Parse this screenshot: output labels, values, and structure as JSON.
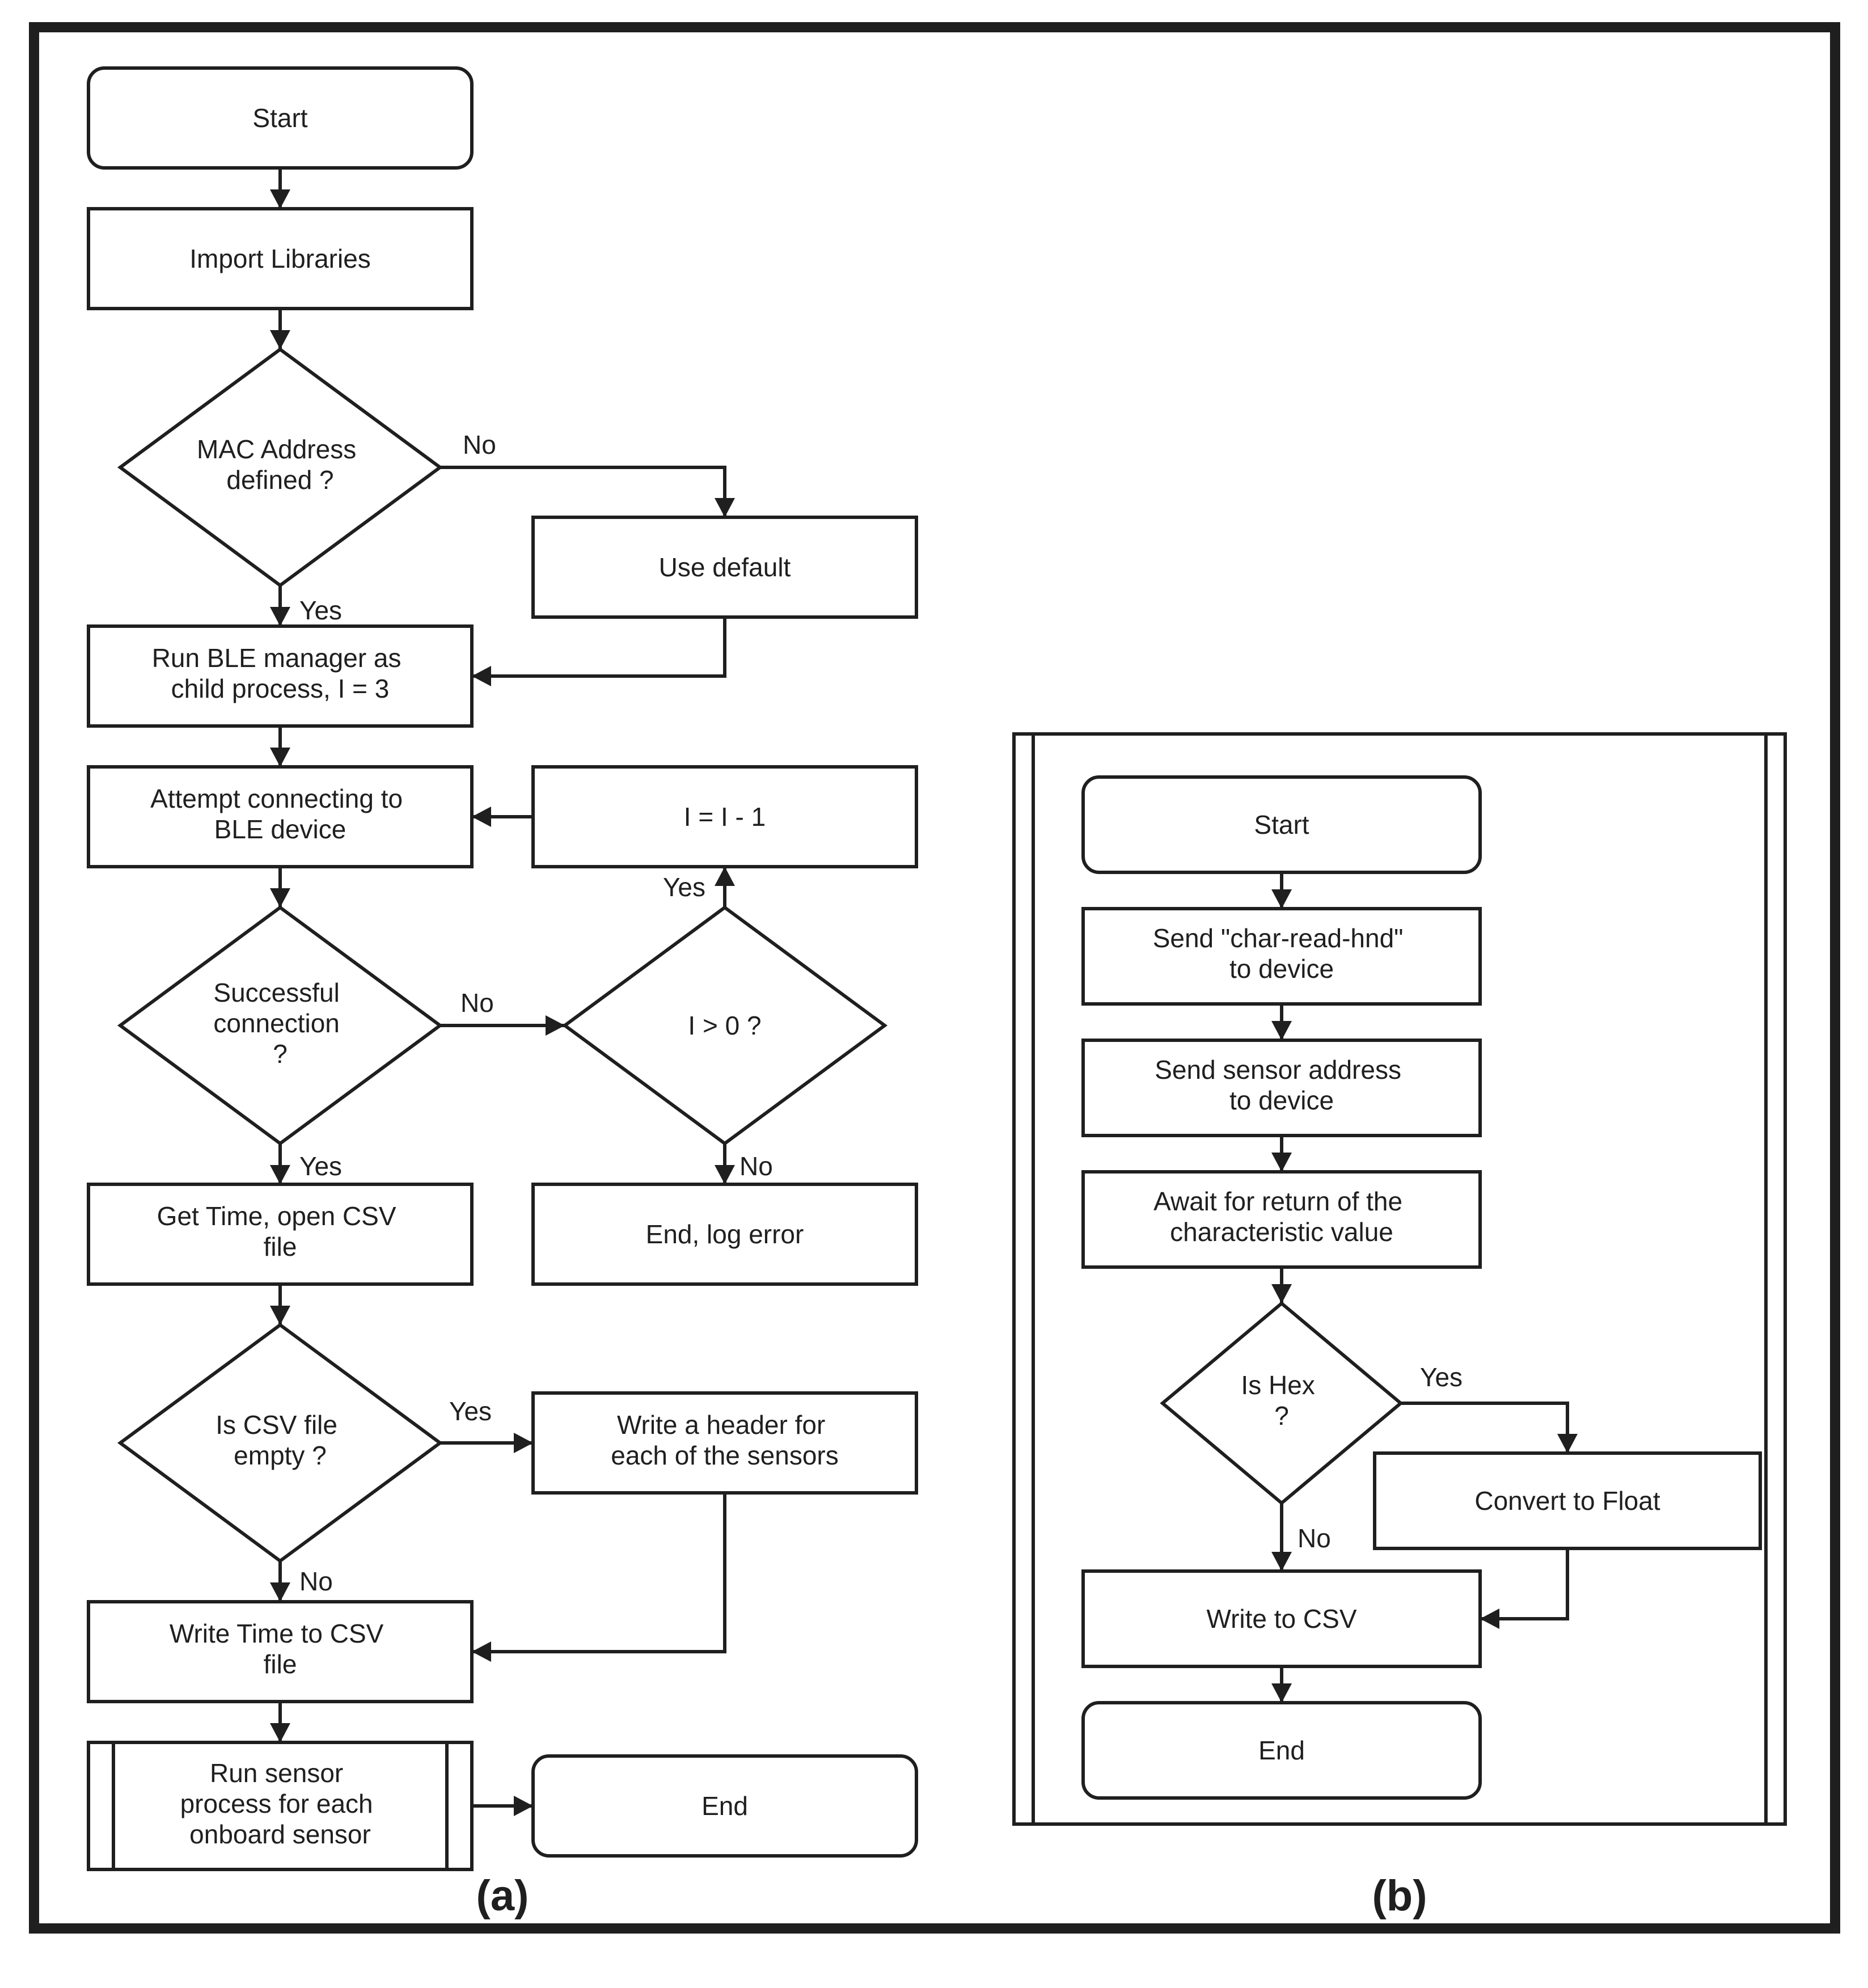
{
  "colors": {
    "stroke": "#1f1f1f",
    "fill": "#ffffff",
    "background": "#ffffff",
    "text": "#1f1f1f"
  },
  "panel_a": {
    "caption": "(a)",
    "nodes": {
      "start": {
        "label": "Start"
      },
      "import_libraries": {
        "label": "Import Libraries"
      },
      "mac_defined": {
        "line1": "MAC Address",
        "line2": "defined ?"
      },
      "use_default": {
        "label": "Use default"
      },
      "run_ble": {
        "line1": "Run BLE manager as",
        "line2": "child process, I = 3"
      },
      "attempt_connect": {
        "line1": "Attempt connecting to",
        "line2": "BLE device"
      },
      "i_decrement": {
        "label": "I = I - 1"
      },
      "successful_connection": {
        "line1": "Successful",
        "line2": "connection",
        "line3": "?"
      },
      "i_greater_zero": {
        "label": "I > 0 ?"
      },
      "get_time": {
        "line1": "Get Time, open CSV",
        "line2": "file"
      },
      "end_log_error": {
        "label": "End, log error"
      },
      "csv_empty": {
        "line1": "Is CSV file",
        "line2": "empty ?"
      },
      "write_header": {
        "line1": "Write a header for",
        "line2": "each of the sensors"
      },
      "write_time": {
        "line1": "Write Time to CSV",
        "line2": "file"
      },
      "run_sensor": {
        "line1": "Run sensor",
        "line2": "process for each",
        "line3": "onboard sensor"
      },
      "end": {
        "label": "End"
      }
    },
    "edge_labels": {
      "mac_no": "No",
      "mac_yes": "Yes",
      "conn_no": "No",
      "conn_yes": "Yes",
      "igt0_yes": "Yes",
      "igt0_no": "No",
      "csv_yes": "Yes",
      "csv_no": "No"
    }
  },
  "panel_b": {
    "caption": "(b)",
    "nodes": {
      "start": {
        "label": "Start"
      },
      "send_char_read": {
        "line1": "Send \"char-read-hnd\"",
        "line2": "to device"
      },
      "send_sensor_addr": {
        "line1": "Send sensor address",
        "line2": "to device"
      },
      "await_return": {
        "line1": "Await for return of the",
        "line2": "characteristic value"
      },
      "is_hex": {
        "line1": "Is Hex",
        "line2": "?"
      },
      "convert_float": {
        "label": "Convert to Float"
      },
      "write_csv": {
        "label": "Write to CSV"
      },
      "end": {
        "label": "End"
      }
    },
    "edge_labels": {
      "hex_yes": "Yes",
      "hex_no": "No"
    }
  }
}
